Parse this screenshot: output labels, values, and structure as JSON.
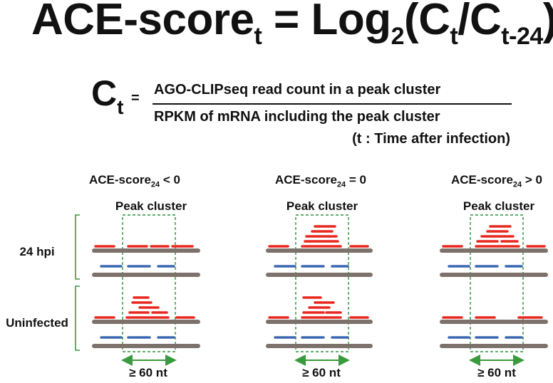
{
  "equation": {
    "lhs": "ACE-score",
    "lhs_sub": "t",
    "equals": " = ",
    "log": "Log",
    "log_base": "2",
    "open_paren": "(C",
    "num_sub": "t",
    "slash": "/C",
    "den_sub": "t-24",
    "close_paren": ")"
  },
  "ct_definition": {
    "symbol": "C",
    "symbol_sub": "t",
    "equals": "=",
    "numerator": "AGO-CLIPseq read count in a peak cluster",
    "denominator": "RPKM of mRNA including the peak cluster",
    "note": "(t : Time after infection)"
  },
  "columns": [
    {
      "title": "ACE-score",
      "title_sub": "24",
      "title_rest": " < 0",
      "peak_label": "Peak cluster",
      "width_label": "≥ 60 nt"
    },
    {
      "title": "ACE-score",
      "title_sub": "24",
      "title_rest": " = 0",
      "peak_label": "Peak cluster",
      "width_label": "≥ 60 nt"
    },
    {
      "title": "ACE-score",
      "title_sub": "24",
      "title_rest": " > 0",
      "peak_label": "Peak cluster",
      "width_label": "≥ 60 nt"
    }
  ],
  "rows": [
    {
      "label": "24 hpi"
    },
    {
      "label": "Uninfected"
    }
  ],
  "colors": {
    "ago_read": "#e8271e",
    "rna_read": "#3c68b2",
    "mrna_strand": "#7d716c",
    "peak_box": "#2f8f3b",
    "bracket": "#3a9a3e",
    "text": "#111111"
  },
  "legend_semantics": {
    "red_reads": "AGO-CLIPseq reads",
    "blue_reads": "RNA-seq reads",
    "grey_bars": "mRNA"
  }
}
